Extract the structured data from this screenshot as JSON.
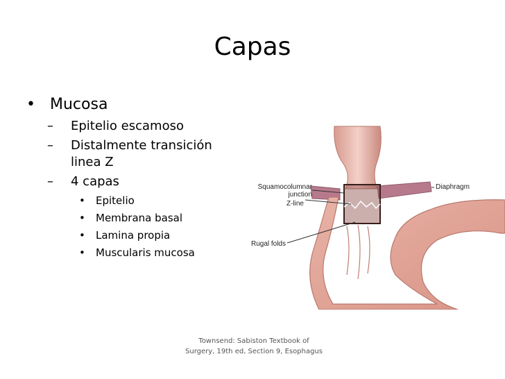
{
  "slide": {
    "title": "Capas",
    "bullets": {
      "level1": "Mucosa",
      "level2": [
        "Epitelio escamoso",
        "Distalmente transición",
        "linea Z",
        "4 capas"
      ],
      "level3": [
        "Epitelio",
        "Membrana basal",
        "Lamina propia",
        "Muscularis mucosa"
      ]
    },
    "markers": {
      "bullet": "•",
      "dash": "–"
    },
    "figure": {
      "labels": {
        "squamocolumnar_1": "Squamocolumnar",
        "squamocolumnar_2": "junction",
        "zline": "Z-line",
        "diaphragm": "Diaphragm",
        "rugal": "Rugal folds"
      }
    },
    "caption": {
      "line1": "Townsend: Sabiston Textbook of",
      "line2": "Surgery, 19th ed, Section 9, Esophagus"
    }
  }
}
